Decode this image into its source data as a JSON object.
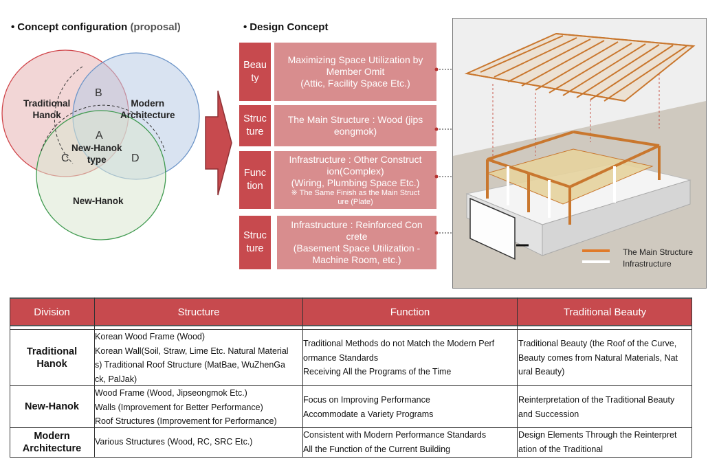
{
  "left_section": {
    "title": "Concept configuration",
    "subtitle": "(proposal)",
    "venn": {
      "traditional": [
        "Traditional",
        "Hanok"
      ],
      "modern": [
        "Modern",
        "Architecture"
      ],
      "new_hanok": "New-Hanok",
      "center": [
        "New-Hanok",
        "type"
      ],
      "letters": {
        "a": "A",
        "b": "B",
        "c": "C",
        "d": "D"
      }
    }
  },
  "middle_section": {
    "title": "Design Concept",
    "rows": [
      {
        "category": "Beauty",
        "lines": [
          "Maximizing Space Utilization by",
          "Member Omit",
          "(Attic, Facility Space Etc.)"
        ],
        "note": ""
      },
      {
        "category": "Structure",
        "lines": [
          "The Main Structure : Wood (jips",
          "eongmok)"
        ],
        "note": ""
      },
      {
        "category": "Function",
        "lines": [
          "Infrastructure : Other Construct",
          "ion(Complex)",
          "(Wiring, Plumbing Space Etc.)"
        ],
        "note": [
          "※ The Same Finish as the Main Struct",
          "ure (Plate)"
        ]
      },
      {
        "category": "Structure",
        "lines": [
          "Infrastructure : Reinforced Con",
          "crete",
          "(Basement Space Utilization -",
          "Machine Room, etc.)"
        ],
        "note": ""
      }
    ]
  },
  "figure": {
    "legend": [
      {
        "label": "The Main Structure",
        "color": "#e07a2a"
      },
      {
        "label": "Infrastructure",
        "color": "#ffffff"
      }
    ]
  },
  "table": {
    "headers": [
      "Division",
      "Structure",
      "Function",
      "Traditional Beauty"
    ],
    "rows": [
      {
        "division": [
          "Traditional",
          "Hanok"
        ],
        "structure": [
          "Korean Wood Frame (Wood)",
          "Korean Wall(Soil, Straw, Lime Etc. Natural Material",
          "s) Traditional Roof Structure (MatBae, WuZhenGa",
          "ck, PalJak)"
        ],
        "function": [
          "Traditional Methods do not Match the Modern Perf",
          "ormance Standards",
          "Receiving All the Programs of the Time"
        ],
        "beauty": [
          "Traditional Beauty (the Roof of the Curve,",
          "Beauty comes from Natural Materials, Nat",
          "ural Beauty)"
        ]
      },
      {
        "division": [
          "New-Hanok"
        ],
        "structure": [
          "Wood Frame (Wood, Jipseongmok Etc.)",
          "Walls (Improvement for Better Performance)",
          "Roof Structures (Improvement for Performance)"
        ],
        "function": [
          "Focus on Improving Performance",
          "Accommodate a Variety Programs"
        ],
        "beauty": [
          "Reinterpretation of the Traditional Beauty",
          "and Succession"
        ]
      },
      {
        "division": [
          "Modern",
          "Architecture"
        ],
        "structure": [
          "Various Structures (Wood, RC, SRC Etc.)"
        ],
        "function": [
          "Consistent with Modern Performance Standards",
          "All the Function of the Current Building"
        ],
        "beauty": [
          "Design Elements Through the Reinterpret",
          "ation of the Traditional"
        ]
      }
    ]
  },
  "colors": {
    "accent": "#c74a4e",
    "accent_light": "#d88d8e",
    "main_structure": "#e07a2a"
  }
}
